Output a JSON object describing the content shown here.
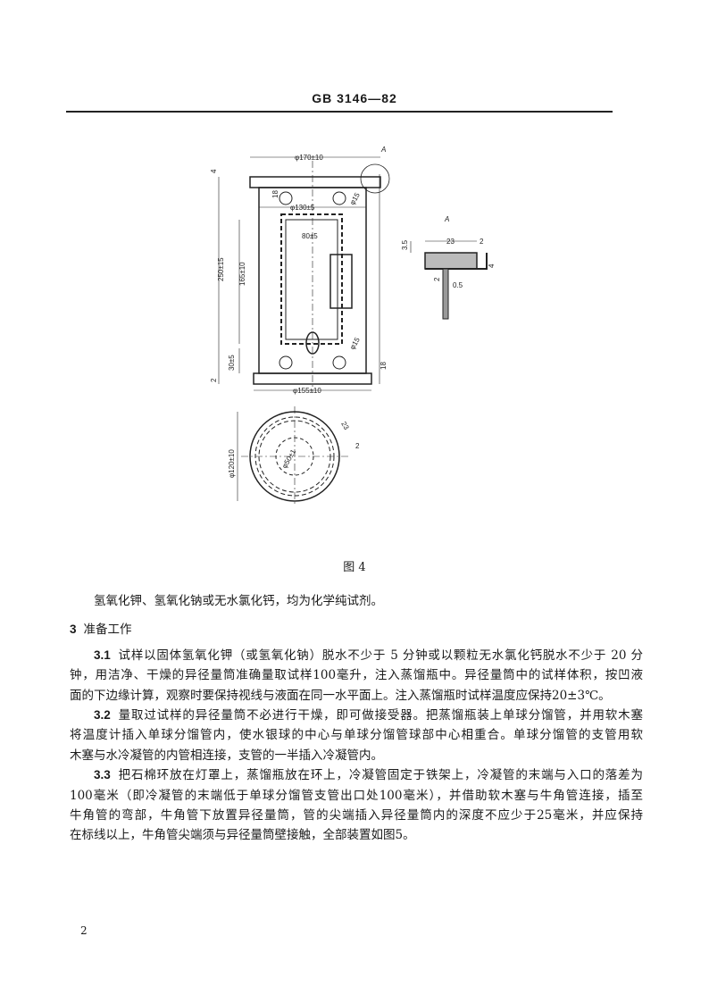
{
  "header": {
    "standard": "GB 3146—82"
  },
  "figure": {
    "caption": "图 4",
    "labels": {
      "top_dia": "φ170±10",
      "inner_dia": "φ130±5",
      "window_width": "80±5",
      "height_total": "250±15",
      "height_window": "165±10",
      "base_height": "30±5",
      "hole_dia_top": "φ15",
      "hole_dia_bottom": "φ15",
      "dim_18_top": "18",
      "dim_18_bottom": "18",
      "dim_4": "4",
      "dim_2": "2",
      "bottom_dia": "φ155±10",
      "detail_mark": "A",
      "plan_dia": "φ120±10",
      "plan_inner": "φ50±1",
      "plan_23": "23",
      "plan_2": "2"
    },
    "detail": {
      "title": "A",
      "d23": "23",
      "d2": "2",
      "d35": "3.5",
      "d4": "4",
      "d2b": "2",
      "d05": "0.5"
    }
  },
  "body": {
    "intro": [
      "氢氧化钾、氢氧化钠或无水氯化钙，均为化学纯试剂。"
    ],
    "section": {
      "number": "3",
      "title": "准备工作"
    },
    "paragraphs": [
      {
        "number": "3.1",
        "lines": [
          "试样以固体氢氧化钾（或氢氧化钠）脱水不少于 5 分钟或以颗粒无水氯化钙脱水不少于 20 分",
          "钟，用洁净、干燥的异径量筒准确量取试样100毫升，注入蒸馏瓶中。异径量筒中的试样体积，按凹液",
          "面的下边缘计算，观察时要保持视线与液面在同一水平面上。注入蒸馏瓶时试样温度应保持20±3℃。"
        ]
      },
      {
        "number": "3.2",
        "lines": [
          "量取过试样的异径量筒不必进行干燥，即可做接受器。把蒸馏瓶装上单球分馏管，并用软木塞",
          "将温度计插入单球分馏管内，使水银球的中心与单球分馏管球部中心相重合。单球分馏管的支管用软",
          "木塞与水冷凝管的内管相连接，支管的一半插入冷凝管内。"
        ]
      },
      {
        "number": "3.3",
        "lines": [
          "把石棉环放在灯罩上，蒸馏瓶放在环上，冷凝管固定于铁架上，冷凝管的末端与入口的落差为",
          "100毫米（即冷凝管的末端低于单球分馏管支管出口处100毫米），并借助软木塞与牛角管连接，插至",
          "牛角管的弯部，牛角管下放置异径量筒，管的尖端插入异径量筒内的深度不应少于25毫米，并应保持",
          "在标线以上，牛角管尖端须与异径量筒壁接触，全部装置如图5。"
        ]
      }
    ]
  },
  "page_number": "2"
}
